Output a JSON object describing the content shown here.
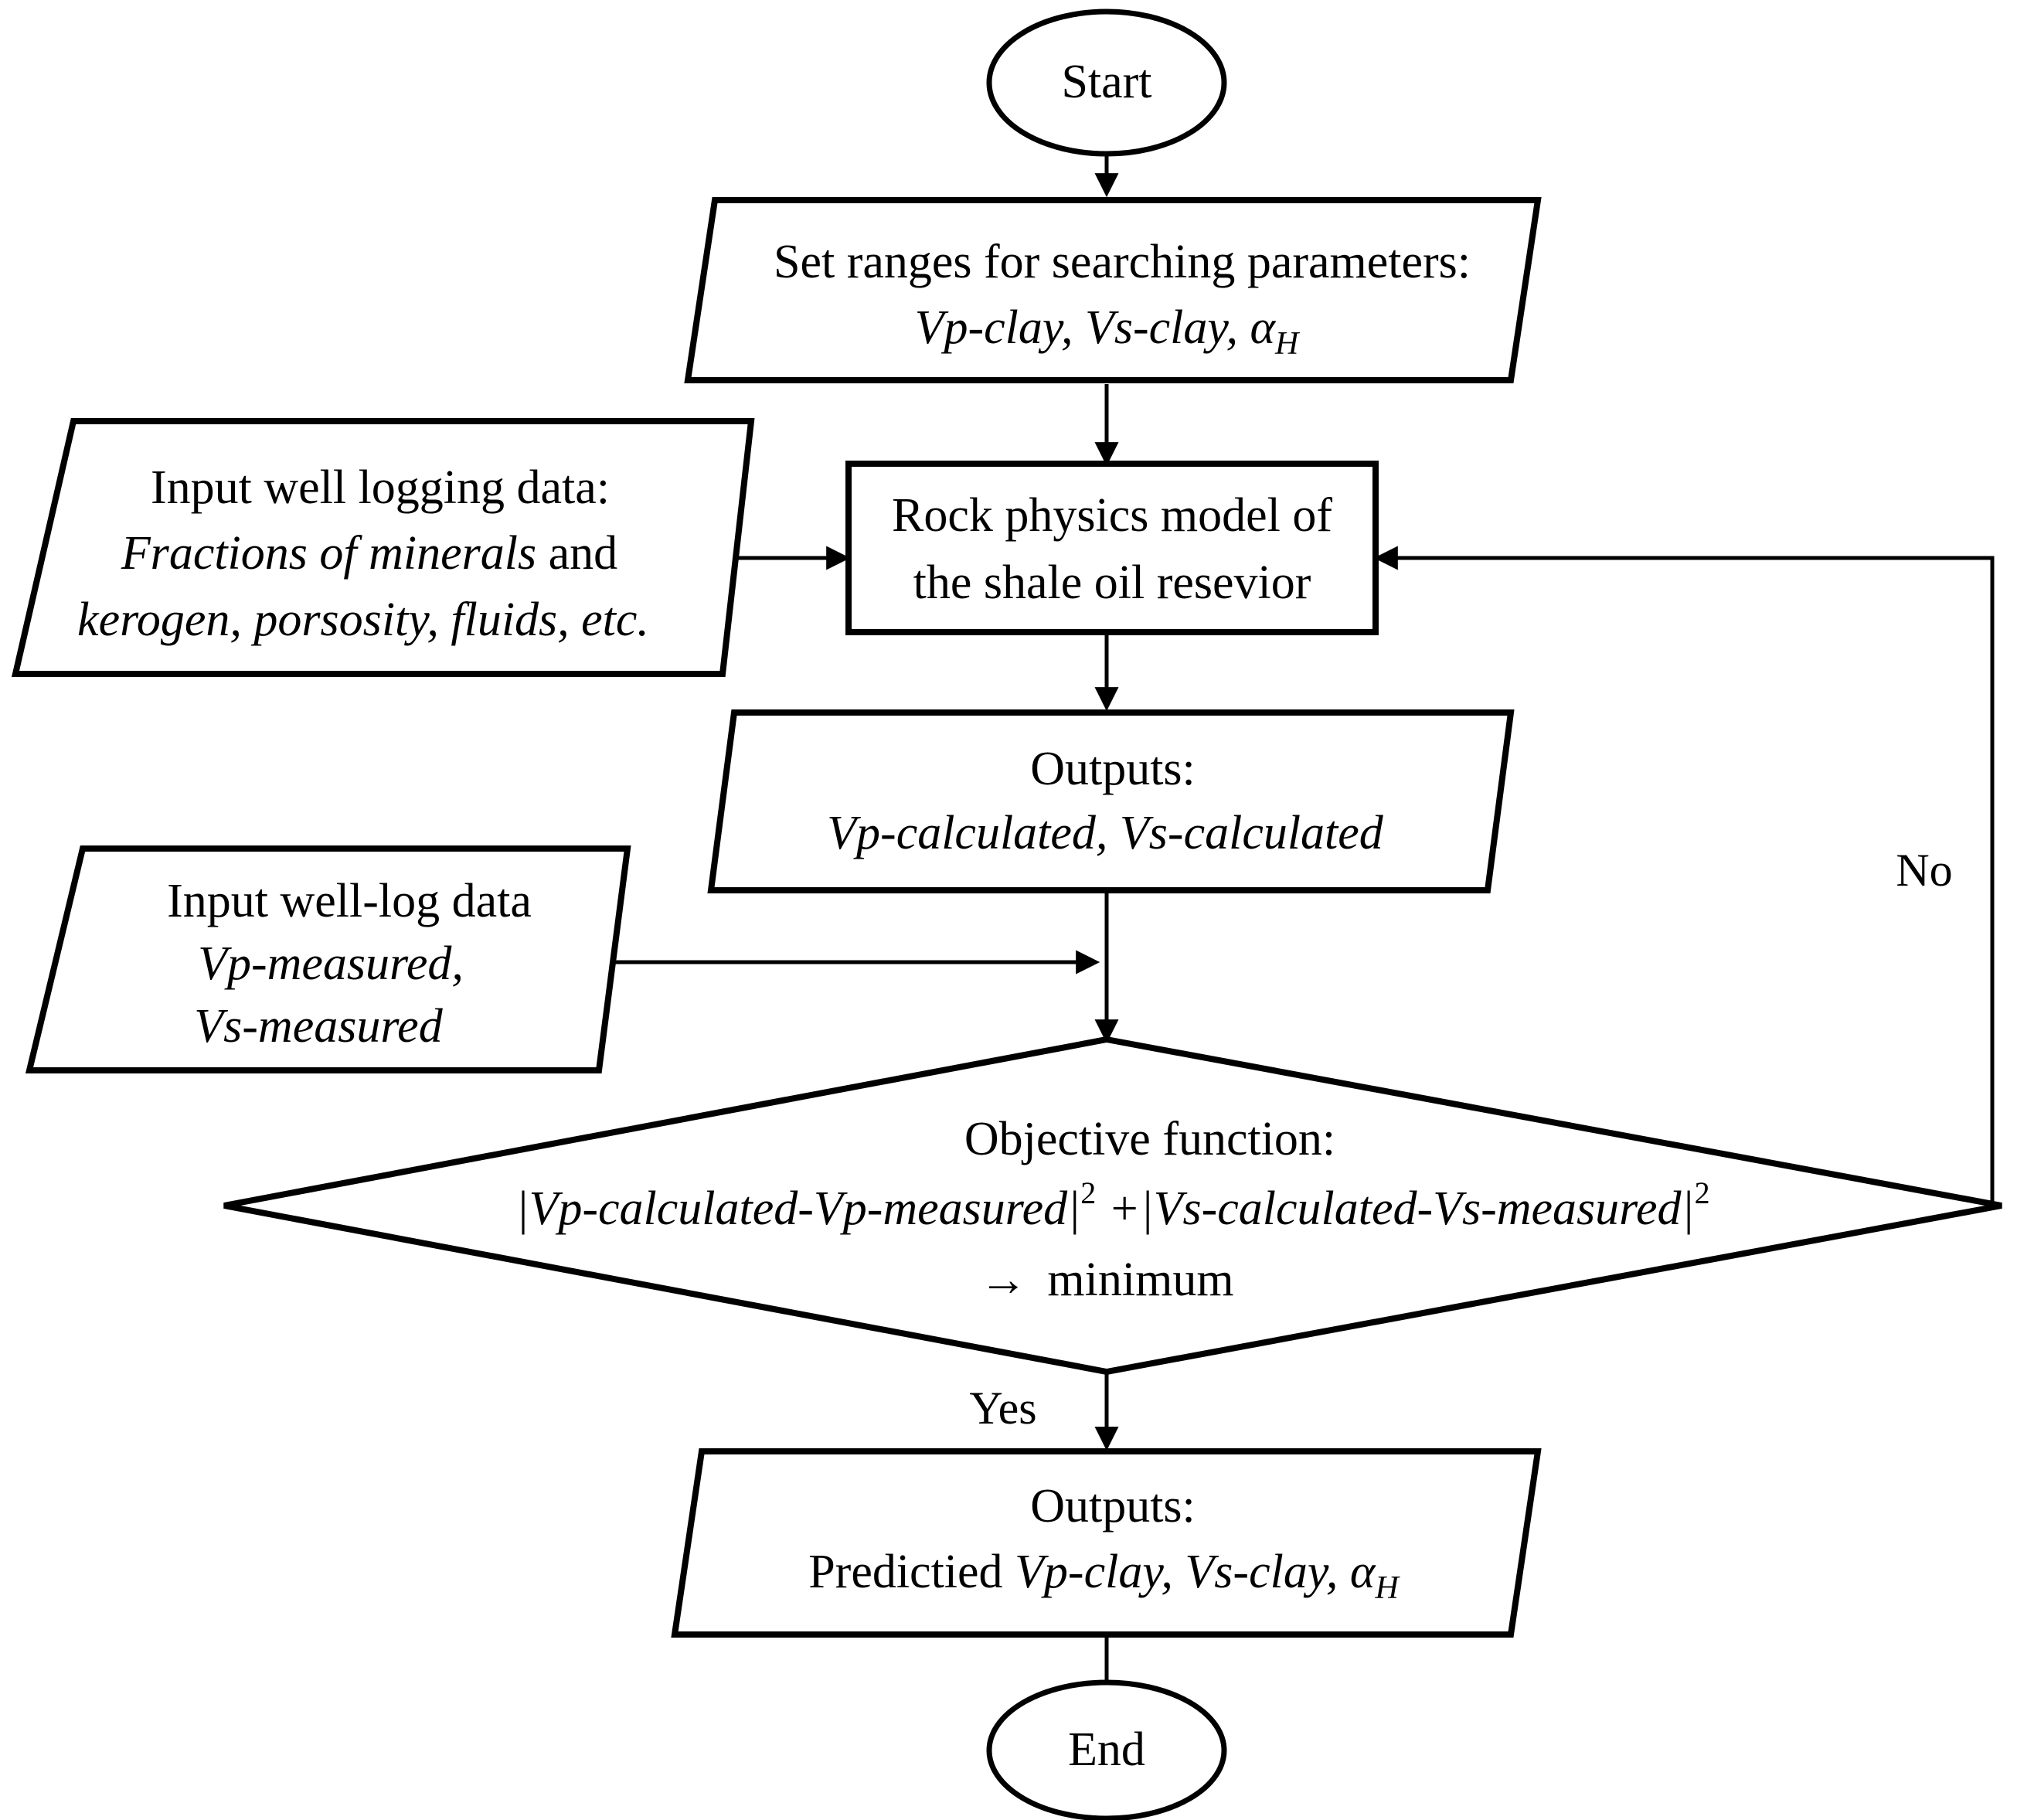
{
  "diagram": {
    "type": "flowchart",
    "title": "Rock physics inversion workflow for shale oil reservoir",
    "orientation": "top-to-bottom",
    "background_color": "#ffffff",
    "line_color": "#000000"
  },
  "nodes": {
    "start": {
      "shape": "ellipse",
      "label": "Start"
    },
    "set_ranges": {
      "shape": "parallelogram",
      "line1": "Set ranges for searching parameters:",
      "line2_prefix": "Vp-clay, Vs-clay, α",
      "line2_sub": "H"
    },
    "input_logging": {
      "shape": "parallelogram",
      "line1": "Input well logging data:",
      "line2_italic": "Fractions of minerals",
      "line2_roman": " and",
      "line3_italic": "kerogen, porsosity, fluids, etc."
    },
    "rock_physics": {
      "shape": "rectangle",
      "line1": "Rock physics model of",
      "line2": "the shale oil resevior"
    },
    "outputs_calc": {
      "shape": "parallelogram",
      "line1": "Outputs:",
      "line2_italic": "Vp-calculated, Vs-calculated"
    },
    "input_welllog": {
      "shape": "parallelogram",
      "line1": "Input well-log data",
      "line2_italic": "Vp-measured,",
      "line3_italic": "Vs-measured"
    },
    "objective": {
      "shape": "diamond",
      "line1": "Objective function:",
      "formula_part1": "|Vp-calculated-Vp-measured|",
      "formula_sup1": "2",
      "formula_mid": " +|Vs-calculated-Vs-measured|",
      "formula_sup2": "2",
      "line3_arrow": "→",
      "line3_text": "minimum"
    },
    "outputs_pred": {
      "shape": "parallelogram",
      "line1": "Outputs:",
      "line2_roman": "Predictied ",
      "line2_italic": "Vp-clay, Vs-clay, α",
      "line2_sub": "H"
    },
    "end": {
      "shape": "ellipse",
      "label": "End"
    }
  },
  "edge_labels": {
    "yes": "Yes",
    "no": "No"
  },
  "edges": [
    {
      "from": "start",
      "to": "set_ranges",
      "label": ""
    },
    {
      "from": "set_ranges",
      "to": "rock_physics",
      "label": ""
    },
    {
      "from": "input_logging",
      "to": "rock_physics",
      "label": ""
    },
    {
      "from": "rock_physics",
      "to": "outputs_calc",
      "label": ""
    },
    {
      "from": "outputs_calc",
      "to": "objective",
      "label": ""
    },
    {
      "from": "input_welllog",
      "to": "objective",
      "label": ""
    },
    {
      "from": "objective",
      "to": "outputs_pred",
      "label": "Yes"
    },
    {
      "from": "objective",
      "to": "rock_physics",
      "label": "No"
    },
    {
      "from": "outputs_pred",
      "to": "end",
      "label": ""
    }
  ]
}
